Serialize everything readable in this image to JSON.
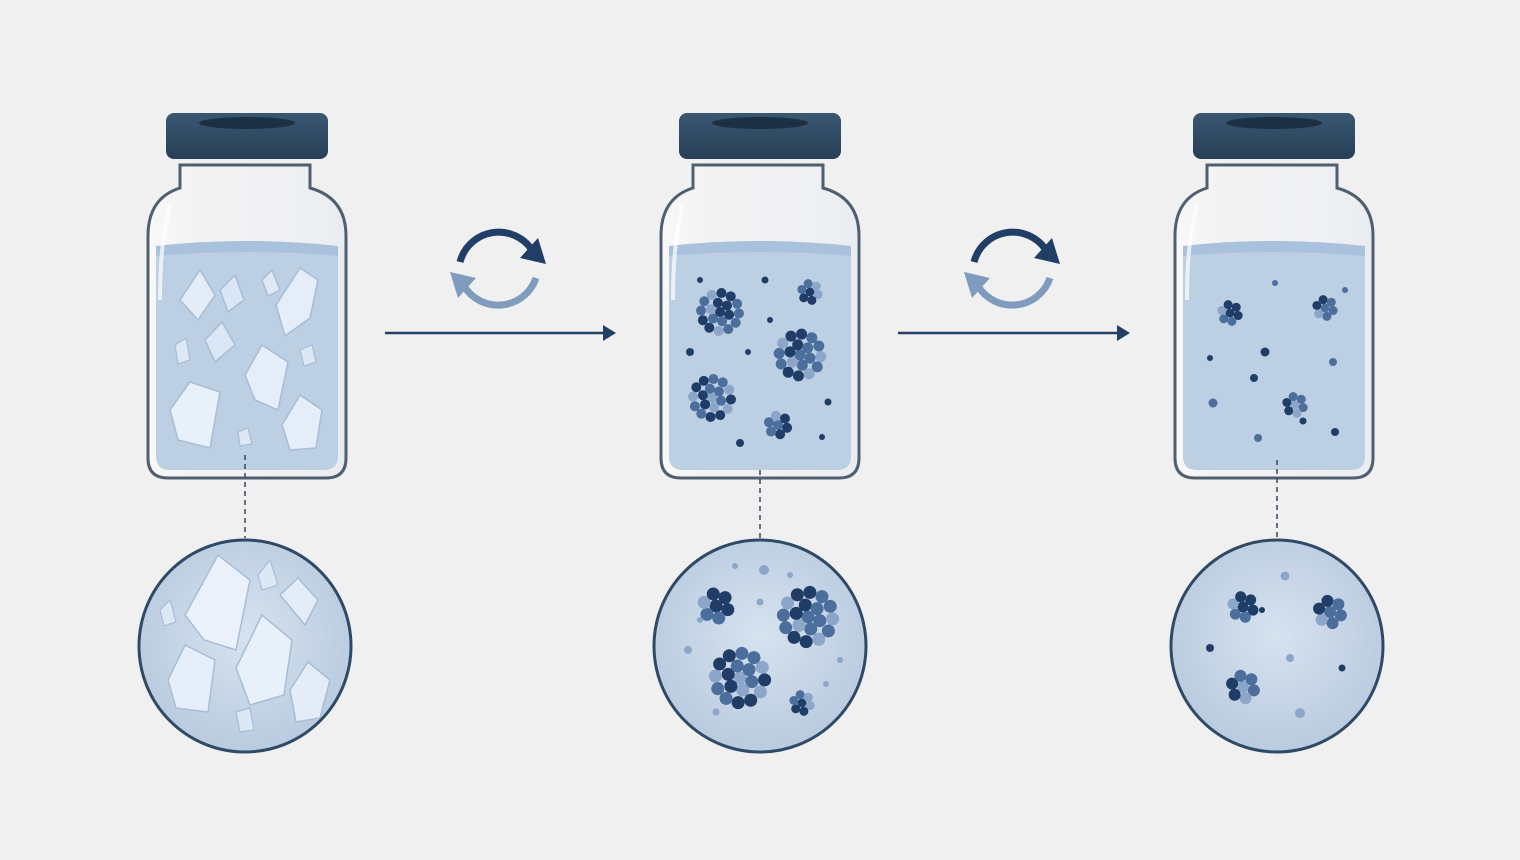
{
  "diagram": {
    "kind": "three-stage process illustration",
    "stages": [
      {
        "id": "stage-1",
        "contents": "crystals",
        "icon": "crystal-icon"
      },
      {
        "id": "stage-2",
        "contents": "particle-clusters",
        "icon": "cluster-icon"
      },
      {
        "id": "stage-3",
        "contents": "dispersed-particles",
        "icon": "particle-icon"
      }
    ],
    "transitions": [
      {
        "from": "stage-1",
        "to": "stage-2",
        "icon": "cycle-arrows-icon"
      },
      {
        "from": "stage-2",
        "to": "stage-3",
        "icon": "cycle-arrows-icon"
      }
    ],
    "colors": {
      "background": "#f0f0f1",
      "cap": "#2e4a63",
      "glass_outline": "#4f5f70",
      "liquid": "#bccfe3",
      "liquid_top": "#a9c1dc",
      "crystal": "#dfe9f6",
      "particle_dark": "#1f3d66",
      "particle_mid": "#4c6e9c",
      "particle_light": "#8ba6c8",
      "arrow": "#233f63",
      "cycle_dark": "#213e66",
      "cycle_light": "#7f9cbf"
    }
  }
}
